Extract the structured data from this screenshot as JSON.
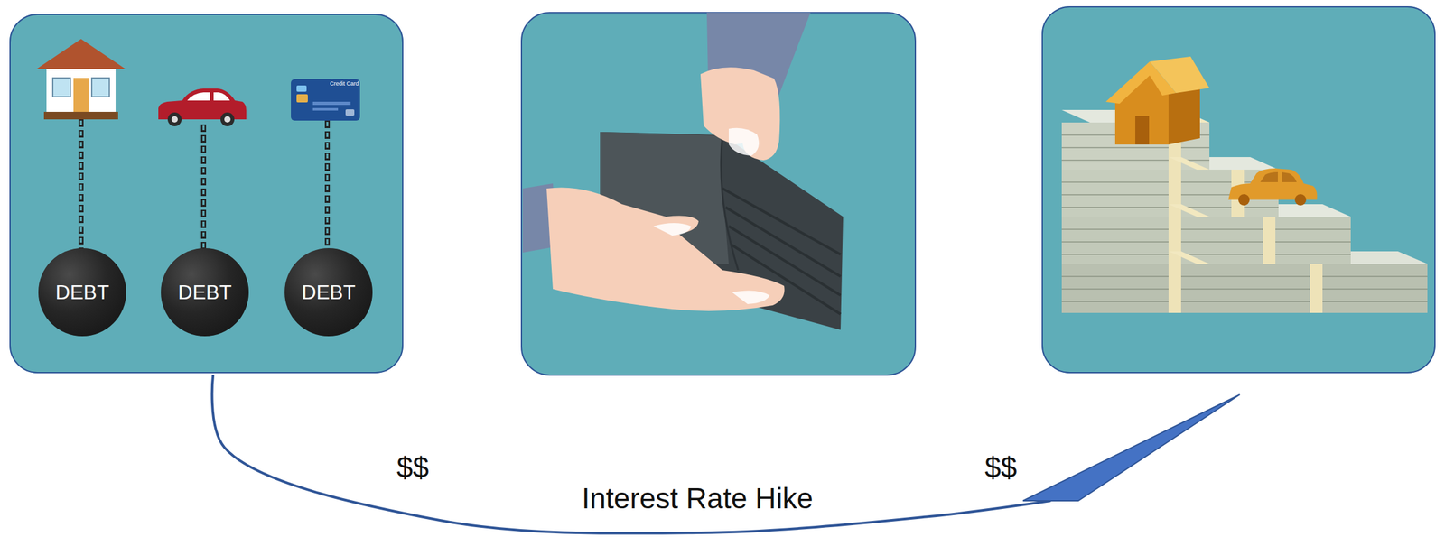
{
  "diagram": {
    "nodes": [
      {
        "text": []
      },
      {
        "text": [
          "DEBT"
        ],
        "in": 0
      },
      {
        "text": [
          "DEBT"
        ],
        "in": 0
      },
      {
        "text": [
          "DEBT"
        ],
        "in": 0
      },
      {
        "text": []
      }
    ],
    "edges": [
      {
        "from": 0,
        "to": 4,
        "arrow": "to",
        "label": "Interest Rate Hike"
      }
    ],
    "labels": [
      "Credit Card",
      "$$",
      "$$"
    ]
  }
}
